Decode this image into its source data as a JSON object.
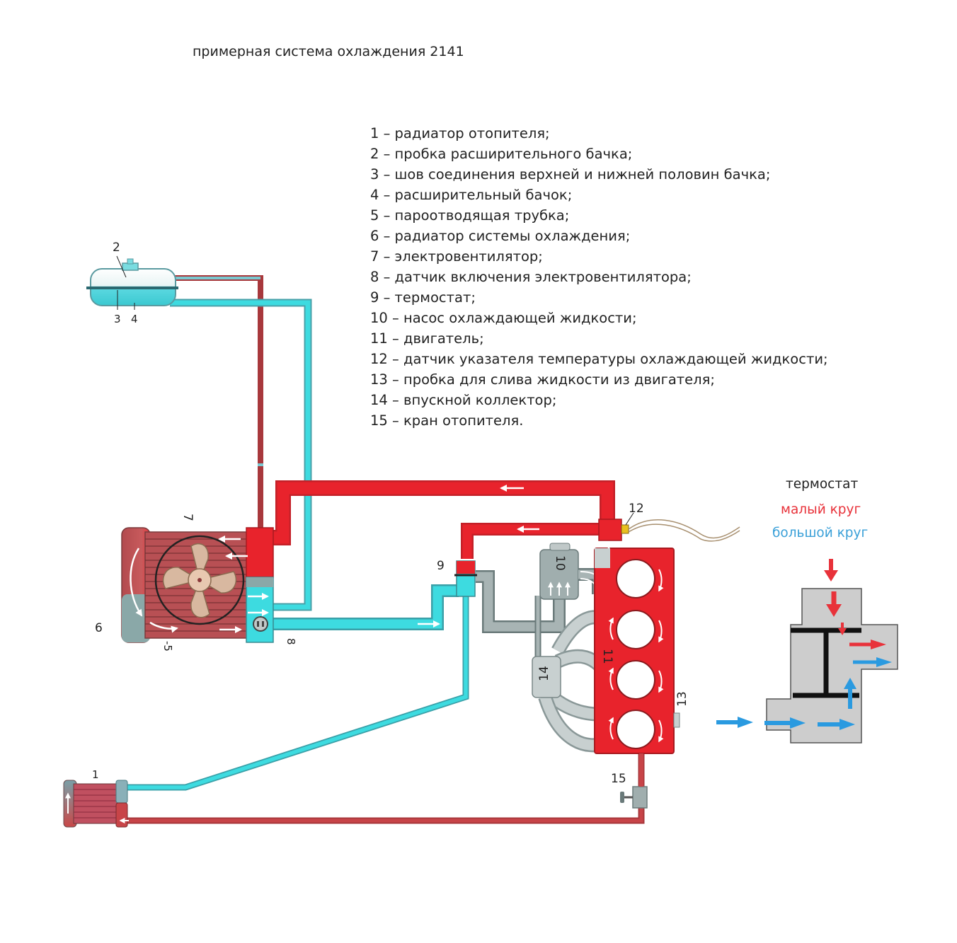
{
  "title": "примерная система охлаждения 2141",
  "legend": [
    "1 – радиатор отопителя;",
    "2 – пробка расширительного бачка;",
    "3 – шов соединения верхней и нижней половин бачка;",
    "4 – расширительный бачок;",
    "5 – пароотводящая трубка;",
    "6 – радиатор системы охлаждения;",
    "7 – электровентилятор;",
    "8 – датчик включения электровентилятора;",
    "9 – термостат;",
    "10 – насос охлаждающей жидкости;",
    "11 – двигатель;",
    "12 – датчик указателя температуры охлаждающей жидкости;",
    "13 – пробка для слива жидкости из двигателя;",
    "14 – впускной коллектор;",
    "15 – кран отопителя."
  ],
  "thermostat_legend": {
    "title": "термостат",
    "small_circle": "малый круг",
    "big_circle": "большой круг"
  },
  "labels": {
    "n1": "1",
    "n2": "2",
    "n3": "3",
    "n4": "4",
    "n5": "-5",
    "n6": "6",
    "n7": "7",
    "n8": "8",
    "n9": "9",
    "n10": "10",
    "n11": "11",
    "n12": "12",
    "n13": "13",
    "n14": "14",
    "n15": "15"
  },
  "colors": {
    "hot": "#e8232c",
    "hot_dark": "#a8383c",
    "cold": "#3ddbe0",
    "cold_dark": "#4aa0a8",
    "gray": "#a8b0b0",
    "small_circle_text": "#e8323a",
    "big_circle_text": "#3aa0d8",
    "arrow_red": "#e8323a",
    "arrow_blue": "#2a9ae0"
  }
}
